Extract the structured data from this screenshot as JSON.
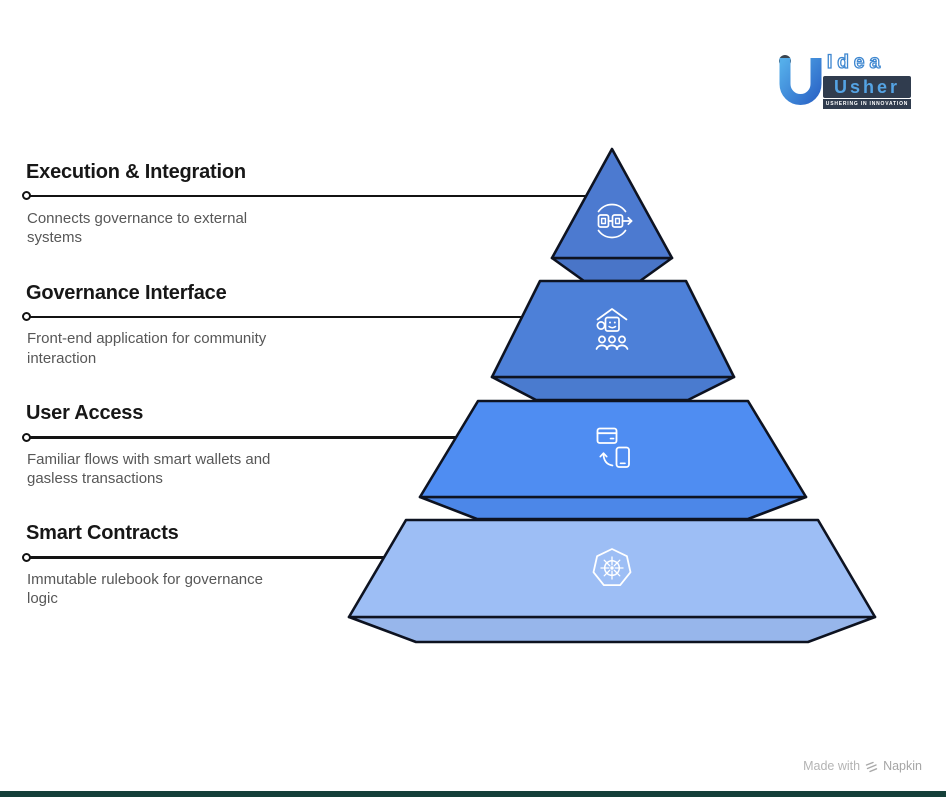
{
  "page": {
    "background": "#ffffff",
    "bottom_bar_color": "#15403a"
  },
  "logo": {
    "brand_top": "Idea",
    "brand_bottom": "Usher",
    "tagline": "USHERING IN INNOVATION",
    "colors": {
      "u_light": "#55aeea",
      "u_dark": "#2c67c8",
      "idea_blue": "#3e87d0",
      "usher_blue": "#54a3e4",
      "navy": "#303c4e",
      "dot_gray": "#3a4550"
    }
  },
  "pyramid": {
    "outline_color": "#0e1321",
    "icon_color": "#ffffff",
    "levels": [
      {
        "title": "Execution & Integration",
        "description": "Connects governance to external\nsystems",
        "color": "#4c7ad0",
        "icon": "integration-sync-icon"
      },
      {
        "title": "Governance Interface",
        "description": "Front-end application for community\ninteraction",
        "color": "#4d80d8",
        "icon": "community-interface-icon"
      },
      {
        "title": "User Access",
        "description": "Familiar flows with smart wallets and\ngasless transactions",
        "color": "#4f8df2",
        "icon": "wallet-phone-icon"
      },
      {
        "title": "Smart Contracts",
        "description": "Immutable rulebook for governance\nlogic",
        "color": "#9dbef5",
        "icon": "contract-helm-icon"
      }
    ]
  },
  "footer": {
    "made_with": "Made with",
    "brand": "Napkin"
  }
}
